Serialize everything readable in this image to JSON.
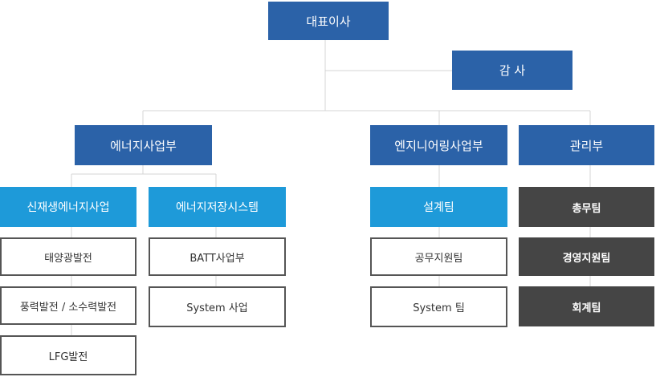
{
  "org": {
    "ceo": "대표이사",
    "auditor": "감 사",
    "divisions": {
      "energy": "에너지사업부",
      "engineering": "엔지니어링사업부",
      "admin": "관리부"
    },
    "teams": {
      "renewable": "신재생에너지사업",
      "storage": "에너지저장시스템",
      "design": "설계팀",
      "general": "총무팀"
    },
    "units": {
      "solar": "태양광발전",
      "wind_hydro": "풍력발전 / 소수력발전",
      "lfg": "LFG발전",
      "batt": "BATT사업부",
      "system_biz": "System 사업",
      "support": "공무지원팀",
      "system_team": "System 팀",
      "management": "경영지원팀",
      "accounting": "회계팀"
    }
  },
  "colors": {
    "navy": "#2b62a8",
    "sky": "#1e9ad9",
    "dark": "#454545",
    "outline": "#555555",
    "line": "#d4d4d4"
  }
}
